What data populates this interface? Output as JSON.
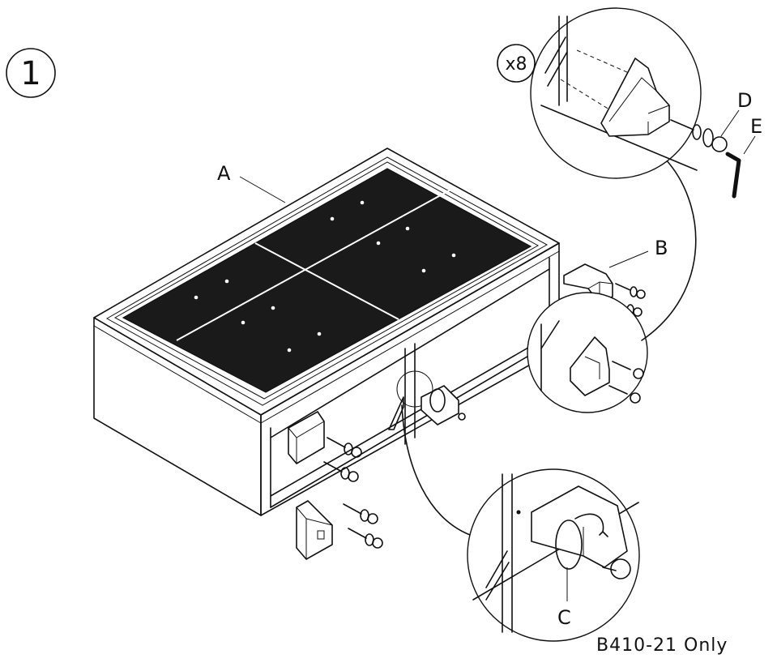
{
  "diagram": {
    "step_number": "1",
    "multiplier": "x8",
    "callouts": {
      "a": "A",
      "b": "B",
      "c": "C",
      "d": "D",
      "e": "E"
    },
    "model_note": "B410-21 Only"
  }
}
